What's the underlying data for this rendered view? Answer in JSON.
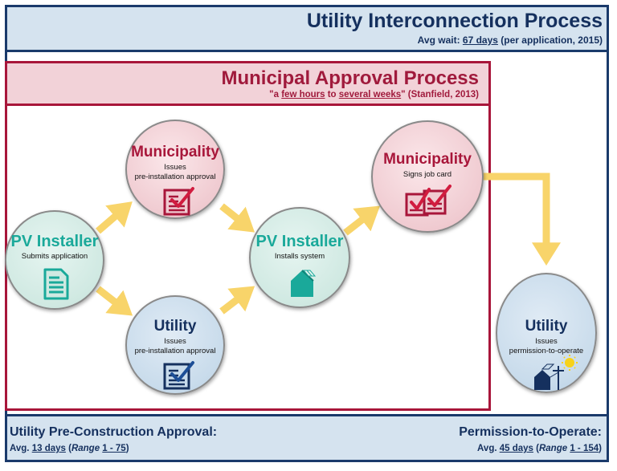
{
  "utility": {
    "title": "Utility Interconnection Process",
    "wait_prefix": "Avg wait: ",
    "wait_value": "67 days",
    "wait_suffix": " (per application, 2015)"
  },
  "municipal": {
    "title": "Municipal Approval Process",
    "quote_open": "\"a ",
    "quote_u1": "few hours",
    "quote_mid": " to ",
    "quote_u2": "several weeks",
    "quote_close": "\" (Stanfield, 2013)"
  },
  "nodes": {
    "pv_installer_1": {
      "title": "PV Installer",
      "line1": "Submits application"
    },
    "municipality_1": {
      "title": "Municipality",
      "line1": "Issues",
      "line2": "pre-installation approval"
    },
    "utility_1": {
      "title": "Utility",
      "line1": "Issues",
      "line2": "pre-installation approval"
    },
    "pv_installer_2": {
      "title": "PV Installer",
      "line1": "Installs system"
    },
    "municipality_2": {
      "title": "Municipality",
      "line1": "Signs job card"
    },
    "utility_2": {
      "title": "Utility",
      "line1": "Issues",
      "line2": "permission-to-operate"
    }
  },
  "bottom": {
    "left_title": "Utility Pre-Construction Approval:",
    "left_prefix": "Avg. ",
    "left_value": "13 days",
    "left_open": " (",
    "left_range_word": "Range",
    "left_space": " ",
    "left_range": "1 - 75",
    "left_close": ")",
    "right_title": "Permission-to-Operate:",
    "right_prefix": "Avg. ",
    "right_value": "45 days",
    "right_open": " (",
    "right_range_word": "Range",
    "right_space": " ",
    "right_range": "1 - 154",
    "right_close": ")"
  },
  "colors": {
    "utility_blue": "#1a3a6b",
    "municipal_red": "#a8163a",
    "installer_teal": "#1aa99a",
    "arrow_yellow": "#f8d46a"
  },
  "icons": [
    "document-icon",
    "approval-checklist-icon",
    "house-solar-icon",
    "double-checklist-icon",
    "power-pole-sun-icon"
  ]
}
